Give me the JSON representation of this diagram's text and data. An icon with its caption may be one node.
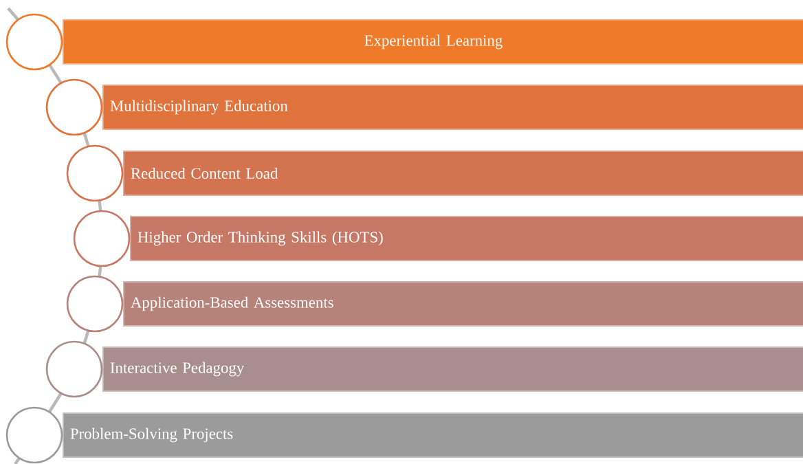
{
  "diagram": {
    "nodes": [
      {
        "text": [],
        "shape": "circle"
      },
      {
        "text": [
          "Experiential Learning"
        ]
      },
      {
        "text": [],
        "shape": "circle"
      },
      {
        "text": [
          "Multidisciplinary Education"
        ]
      },
      {
        "text": [],
        "shape": "circle"
      },
      {
        "text": [
          "Reduced Content Load"
        ]
      },
      {
        "text": [],
        "shape": "circle"
      },
      {
        "text": [
          "Higher Order Thinking Skills (HOTS)"
        ]
      },
      {
        "text": [],
        "shape": "circle"
      },
      {
        "text": [
          "Application-Based Assessments"
        ]
      },
      {
        "text": [],
        "shape": "circle"
      },
      {
        "text": [
          "Interactive Pedagogy"
        ]
      },
      {
        "text": [],
        "shape": "circle"
      },
      {
        "text": [
          "Problem-Solving Projects"
        ]
      }
    ]
  }
}
